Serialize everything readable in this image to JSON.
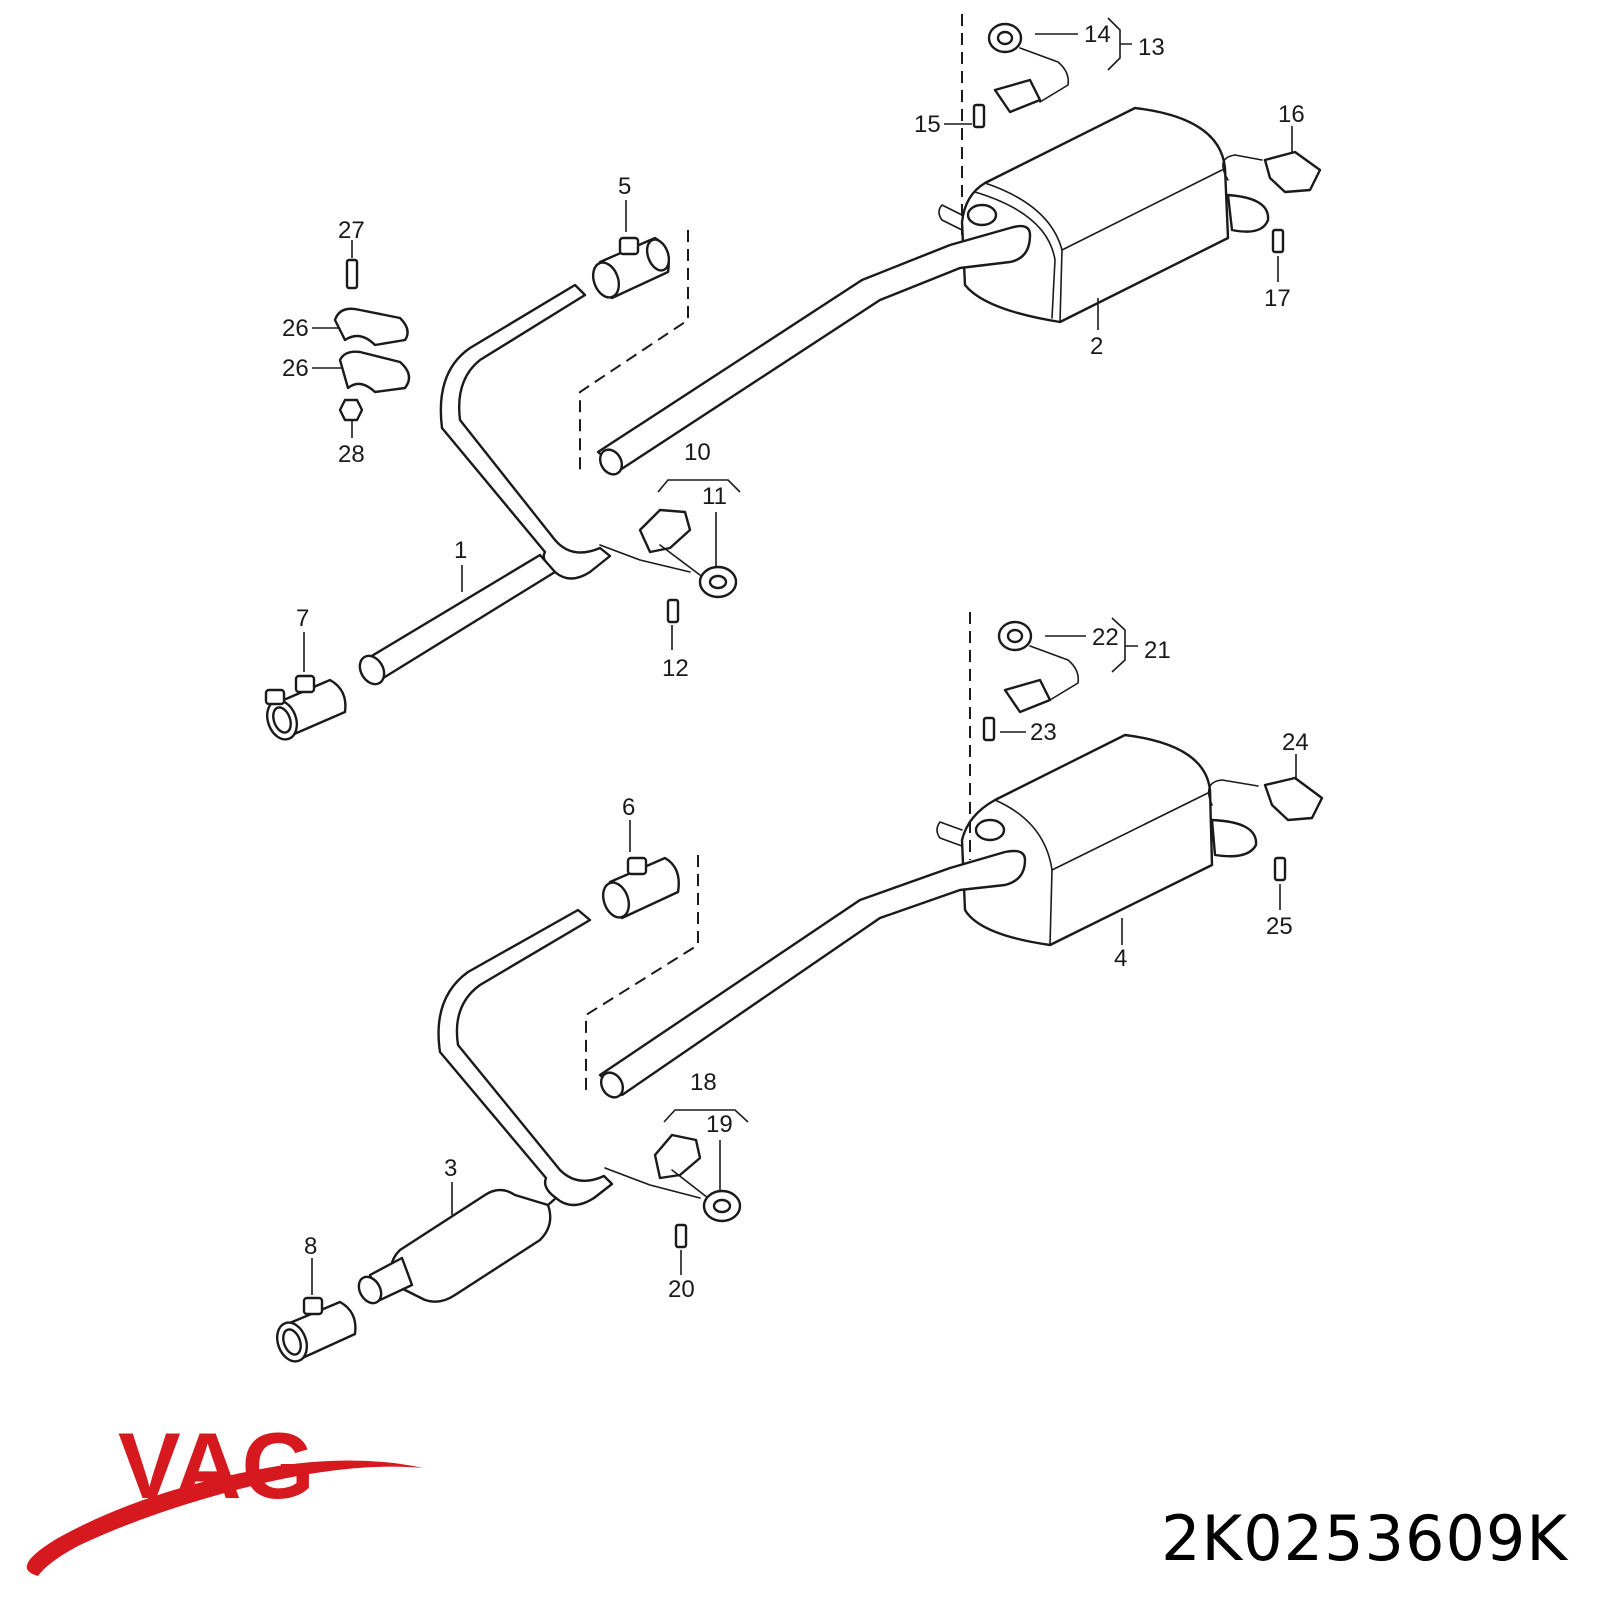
{
  "diagram": {
    "callouts": [
      "1",
      "2",
      "3",
      "4",
      "5",
      "6",
      "7",
      "8",
      "10",
      "11",
      "12",
      "13",
      "14",
      "15",
      "16",
      "17",
      "18",
      "19",
      "20",
      "21",
      "22",
      "23",
      "24",
      "25",
      "26",
      "26",
      "27",
      "28"
    ]
  },
  "brand": {
    "logo_text": "VAG",
    "logo_color": "#d6181f",
    "swoosh_color": "#d6181f"
  },
  "part_number": "2K0253609K"
}
